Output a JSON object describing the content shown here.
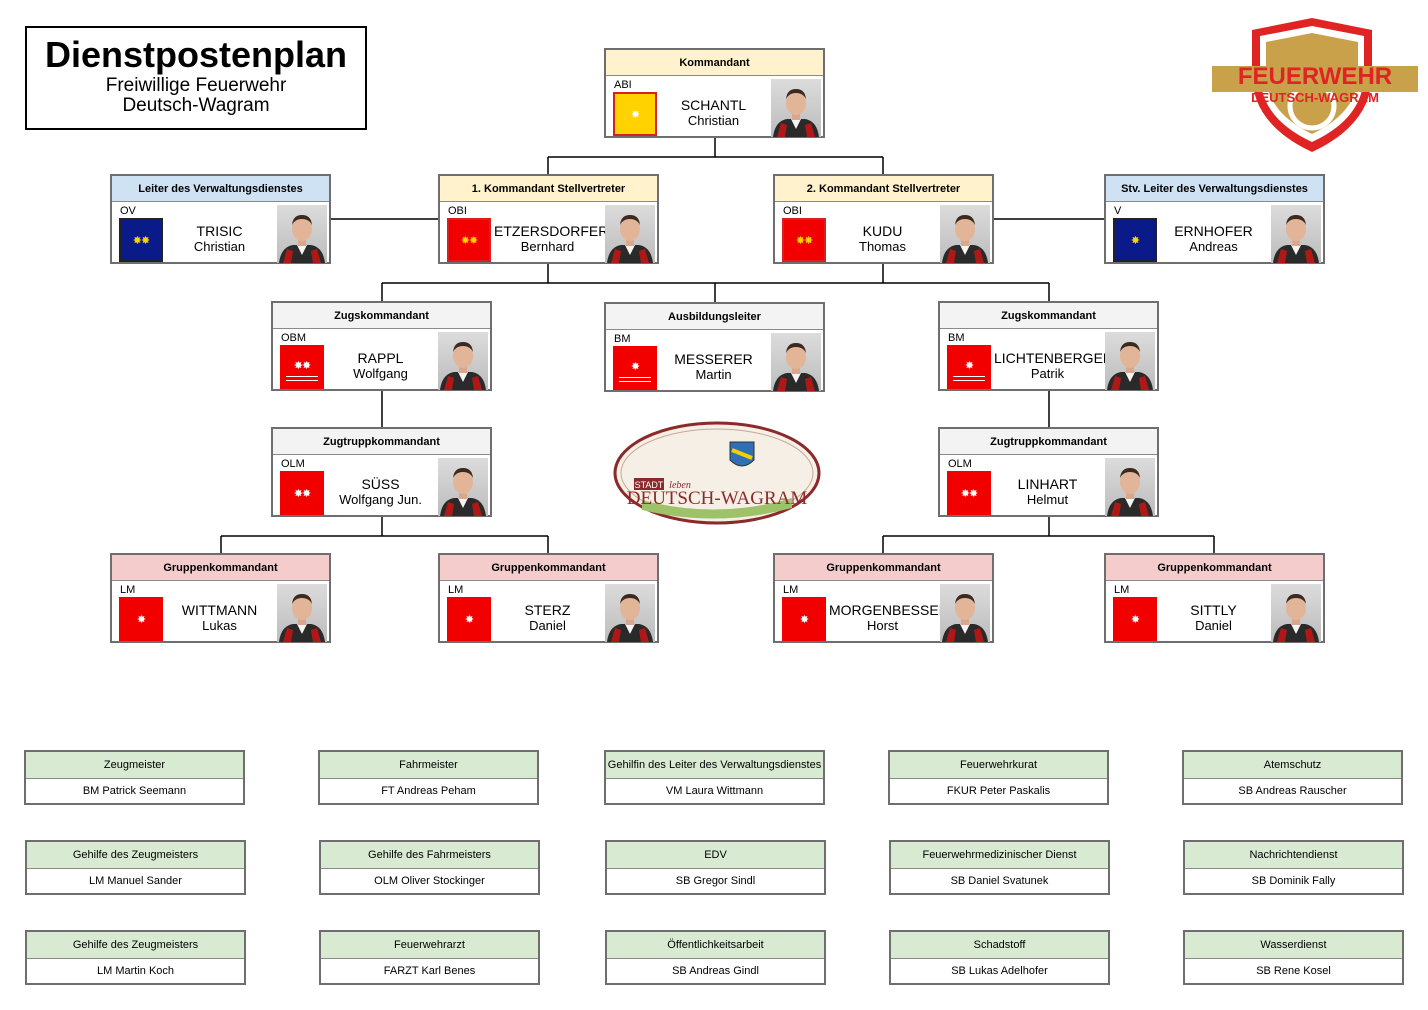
{
  "title": {
    "main": "Dienstpostenplan",
    "line1": "Freiwillige Feuerwehr",
    "line2": "Deutsch-Wagram"
  },
  "logos": {
    "fire_brigade": {
      "line1": "FEUERWEHR",
      "line2": "DEUTSCH-WAGRAM",
      "color": "#e02424"
    },
    "city": {
      "small1": "STADT",
      "small2": "leben",
      "main": "DEUTSCH-WAGRAM",
      "color": "#8b2a2a"
    }
  },
  "colors": {
    "header_yellow": "#fff2cc",
    "header_blue": "#cfe2f3",
    "header_grey": "#f3f3f3",
    "header_red": "#f4cccc",
    "header_green": "#d9ead3"
  },
  "cards": {
    "kommandant": {
      "header": "Kommandant",
      "rank": "ABI",
      "last": "SCHANTL",
      "first": "Christian"
    },
    "verwaltung": {
      "header": "Leiter des Verwaltungsdienstes",
      "rank": "OV",
      "last": "TRISIC",
      "first": "Christian"
    },
    "stv1": {
      "header": "1. Kommandant Stellvertreter",
      "rank": "OBI",
      "last": "ETZERSDORFER",
      "first": "Bernhard"
    },
    "stv2": {
      "header": "2. Kommandant Stellvertreter",
      "rank": "OBI",
      "last": "KUDU",
      "first": "Thomas"
    },
    "stv_verwaltung": {
      "header": "Stv. Leiter des Verwaltungsdienstes",
      "rank": "V",
      "last": "ERNHOFER",
      "first": "Andreas"
    },
    "zug1": {
      "header": "Zugskommandant",
      "rank": "OBM",
      "last": "RAPPL",
      "first": "Wolfgang"
    },
    "ausbildung": {
      "header": "Ausbildungsleiter",
      "rank": "BM",
      "last": "MESSERER",
      "first": "Martin"
    },
    "zug2": {
      "header": "Zugskommandant",
      "rank": "BM",
      "last": "LICHTENBERGER",
      "first": "Patrik"
    },
    "trupp1": {
      "header": "Zugtruppkommandant",
      "rank": "OLM",
      "last": "SÜSS",
      "first": "Wolfgang Jun."
    },
    "trupp2": {
      "header": "Zugtruppkommandant",
      "rank": "OLM",
      "last": "LINHART",
      "first": "Helmut"
    },
    "gruppe1": {
      "header": "Gruppenkommandant",
      "rank": "LM",
      "last": "WITTMANN",
      "first": "Lukas"
    },
    "gruppe2": {
      "header": "Gruppenkommandant",
      "rank": "LM",
      "last": "STERZ",
      "first": "Daniel"
    },
    "gruppe3": {
      "header": "Gruppenkommandant",
      "rank": "LM",
      "last": "MORGENBESSER",
      "first": "Horst"
    },
    "gruppe4": {
      "header": "Gruppenkommandant",
      "rank": "LM",
      "last": "SITTLY",
      "first": "Daniel"
    }
  },
  "roles": [
    {
      "title": "Zeugmeister",
      "person": "BM Patrick Seemann"
    },
    {
      "title": "Fahrmeister",
      "person": "FT Andreas Peham"
    },
    {
      "title": "Gehilfin des Leiter des Verwaltungsdienstes",
      "person": "VM Laura Wittmann"
    },
    {
      "title": "Feuerwehrkurat",
      "person": "FKUR Peter Paskalis"
    },
    {
      "title": "Atemschutz",
      "person": "SB Andreas Rauscher"
    },
    {
      "title": "Gehilfe des Zeugmeisters",
      "person": "LM Manuel Sander"
    },
    {
      "title": "Gehilfe des Fahrmeisters",
      "person": "OLM Oliver Stockinger"
    },
    {
      "title": "EDV",
      "person": "SB Gregor Sindl"
    },
    {
      "title": "Feuerwehrmedizinischer Dienst",
      "person": "SB Daniel Svatunek"
    },
    {
      "title": "Nachrichtendienst",
      "person": "SB Dominik Fally"
    },
    {
      "title": "Gehilfe des Zeugmeisters",
      "person": "LM Martin Koch"
    },
    {
      "title": "Feuerwehrarzt",
      "person": "FARZT Karl Benes"
    },
    {
      "title": "Öffentlichkeitsarbeit",
      "person": "SB Andreas Gindl"
    },
    {
      "title": "Schadstoff",
      "person": "SB Lukas Adelhofer"
    },
    {
      "title": "Wasserdienst",
      "person": "SB Rene Kosel"
    }
  ]
}
